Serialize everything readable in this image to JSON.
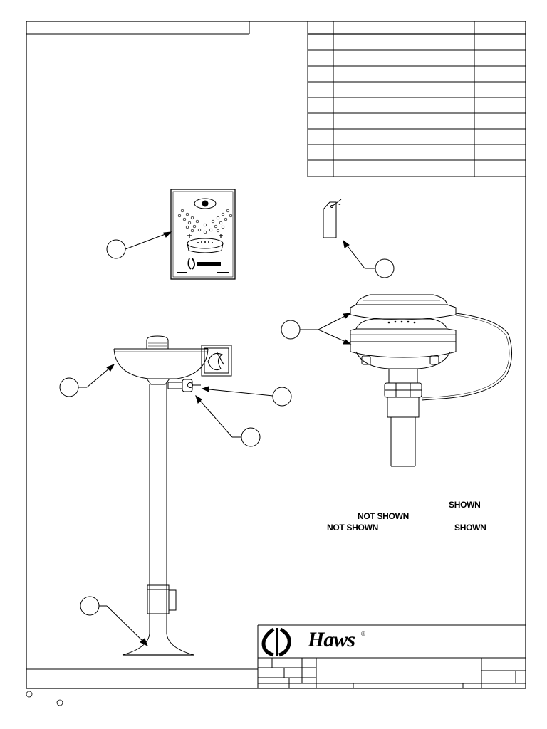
{
  "notes": {
    "shown_right_1": "SHOWN",
    "not_shown_1": "NOT SHOWN",
    "not_shown_2": "NOT SHOWN",
    "shown_right_2": "SHOWN"
  },
  "title_block": {
    "brand_name": "Haws",
    "registered_mark": "®"
  },
  "icons": [
    "eyewash-sign-icon",
    "tag-icon",
    "haws-logo-icon"
  ]
}
